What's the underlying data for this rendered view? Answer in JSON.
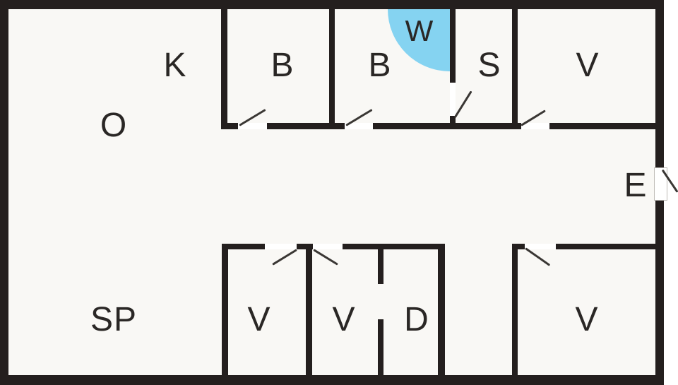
{
  "plan": {
    "type_label": "floor-plan",
    "colors": {
      "wall": "#241f1e",
      "floor": "#f9f8f5",
      "outside": "#ffffff",
      "door_swing_arc": "#85d3f1",
      "door_swing_line": "#3a3734",
      "label_text": "#2a2725"
    },
    "rooms": [
      {
        "label": "O"
      },
      {
        "label": "K"
      },
      {
        "label": "B"
      },
      {
        "label": "B"
      },
      {
        "label": "W"
      },
      {
        "label": "S"
      },
      {
        "label": "V"
      },
      {
        "label": "E"
      },
      {
        "label": "SP"
      },
      {
        "label": "V"
      },
      {
        "label": "V"
      },
      {
        "label": "D"
      },
      {
        "label": "V"
      }
    ]
  }
}
